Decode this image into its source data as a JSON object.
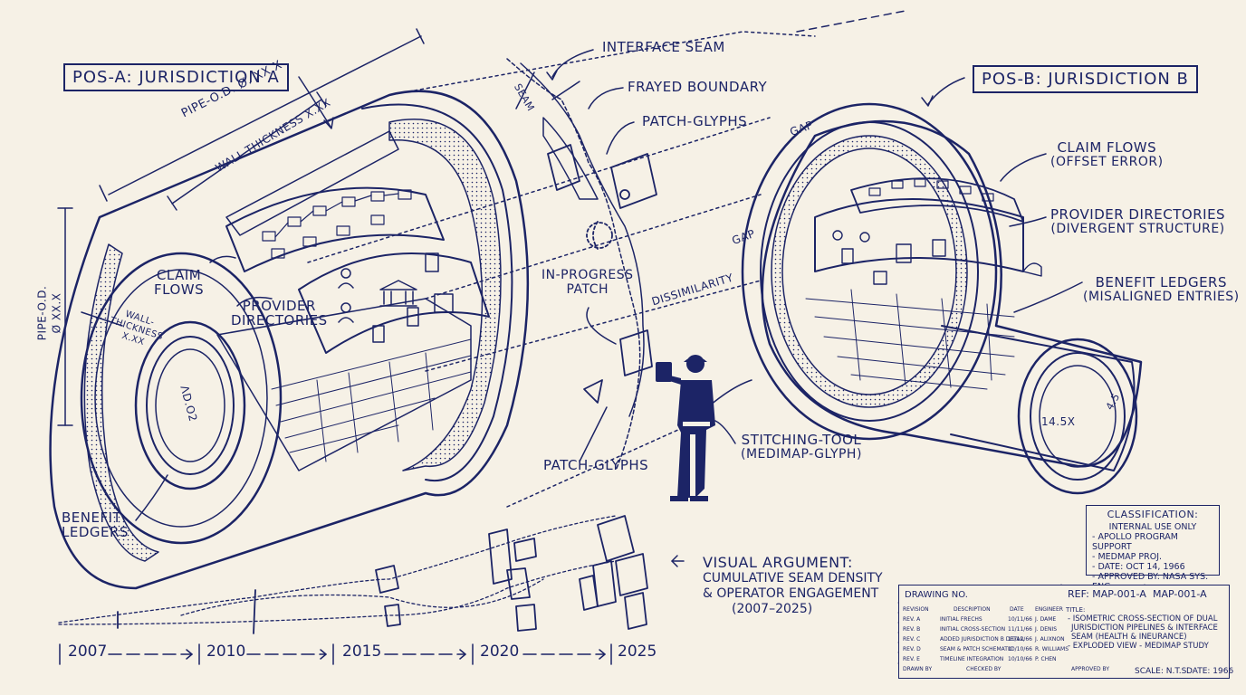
{
  "labels": {
    "pos_a": "POS-A: JURISDICTION A",
    "pos_b": "POS-B: JURISDICTION B",
    "interface_seam": "INTERFACE SEAM",
    "frayed_boundary": "FRAYED BOUNDARY",
    "patch_glyphs_top": "PATCH-GLYPHS",
    "seam_small": "SEAM",
    "gap_top": "GAP",
    "gap_mid": "GAP",
    "dissimilarity": "DISSIMILARITY",
    "in_progress_patch": [
      "IN-PROGRESS",
      "PATCH"
    ],
    "patch_glyphs_bottom": "PATCH-GLYPHS",
    "stitching_tool": [
      "STITCHING-TOOL",
      "(MEDIMAP-GLYPH)"
    ],
    "claim_flows_a": [
      "CLAIM",
      "FLOWS"
    ],
    "provider_directories_a": [
      "PROVIDER",
      "DIRECTORIES"
    ],
    "benefit_ledgers_a": [
      "BENEFIT",
      "LEDGERS"
    ],
    "wall_thickness_a": [
      "WALL-",
      "THICKNESS",
      "X.XX"
    ],
    "pipe_od_top": "PIPE-O.D. Ø. XX.X",
    "wall_thickness_top": "WALL-THICKNESS X.XX",
    "pipe_od_side": [
      "PIPE-O.D.",
      "Ø XX.X"
    ],
    "id_a": "ΛD.Ο2",
    "id_b": "14.5X",
    "id_b2": "4.5",
    "claim_flows_b": [
      "CLAIM FLOWS",
      "(OFFSET ERROR)"
    ],
    "provider_directories_b": [
      "PROVIDER DIRECTORIES",
      "(DIVERGENT STRUCTURE)"
    ],
    "benefit_ledgers_b": [
      "BENEFIT LEDGERS",
      "(MISALIGNED ENTRIES)"
    ]
  },
  "visual_argument": {
    "heading": "VISUAL ARGUMENT:",
    "lines": [
      "CUMULATIVE SEAM DENSITY",
      "& OPERATOR ENGAGEMENT",
      "(2007–2025)"
    ]
  },
  "timeline": {
    "years": [
      "2007",
      "2010",
      "2015",
      "2020",
      "2025"
    ]
  },
  "classification": {
    "title": "CLASSIFICATION:",
    "level": "INTERNAL USE ONLY",
    "items": [
      "- APOLLO PROGRAM SUPPORT",
      "- MEDMAP PROJ.",
      "- DATE: OCT 14, 1966",
      "- APPROVED BY: NASA SYS. ENG."
    ]
  },
  "title_block": {
    "drawing_no": "DRAWING NO.",
    "ref": "REF: MAP-001-A",
    "map_id": "MAP-001-A",
    "title_label": "TITLE:",
    "title_lines": [
      "- ISOMETRIC CROSS-SECTION OF DUAL",
      "JURISDICTION PIPELINES & INTERFACE",
      "SEAM (HEALTH & INEURANCE)",
      "- EXPLODED VIEW - MEDIMAP STUDY"
    ],
    "col_revision": "REVISION",
    "col_description": "DESCRIPTION",
    "col_date": "DATE",
    "col_engineer": "ENGINEER",
    "rows": [
      [
        "REV. A",
        "INITIAL FRECHS",
        "10/11/66",
        "J. DAME"
      ],
      [
        "REV. B",
        "INITIAL CROSS-SECTION",
        "11/11/66",
        "J. DENIS"
      ],
      [
        "REV. C",
        "ADDED JURISDICTION B DETAIL",
        "11/12/66",
        "J. ALIXNON"
      ],
      [
        "REV. D",
        "SEAM & PATCH SCHEMATIC",
        "10/10/66",
        "R. WILLIAMS"
      ],
      [
        "REV. E",
        "TIMELINE INTEGRATION",
        "10/10/66",
        "P. CHEN"
      ]
    ],
    "drawn_by": "DRAWN BY",
    "checked_by": "CHECKED BY",
    "approved_by": "APPROVED BY",
    "scale": "SCALE: N.T.S.",
    "date": "DATE: 1966"
  }
}
